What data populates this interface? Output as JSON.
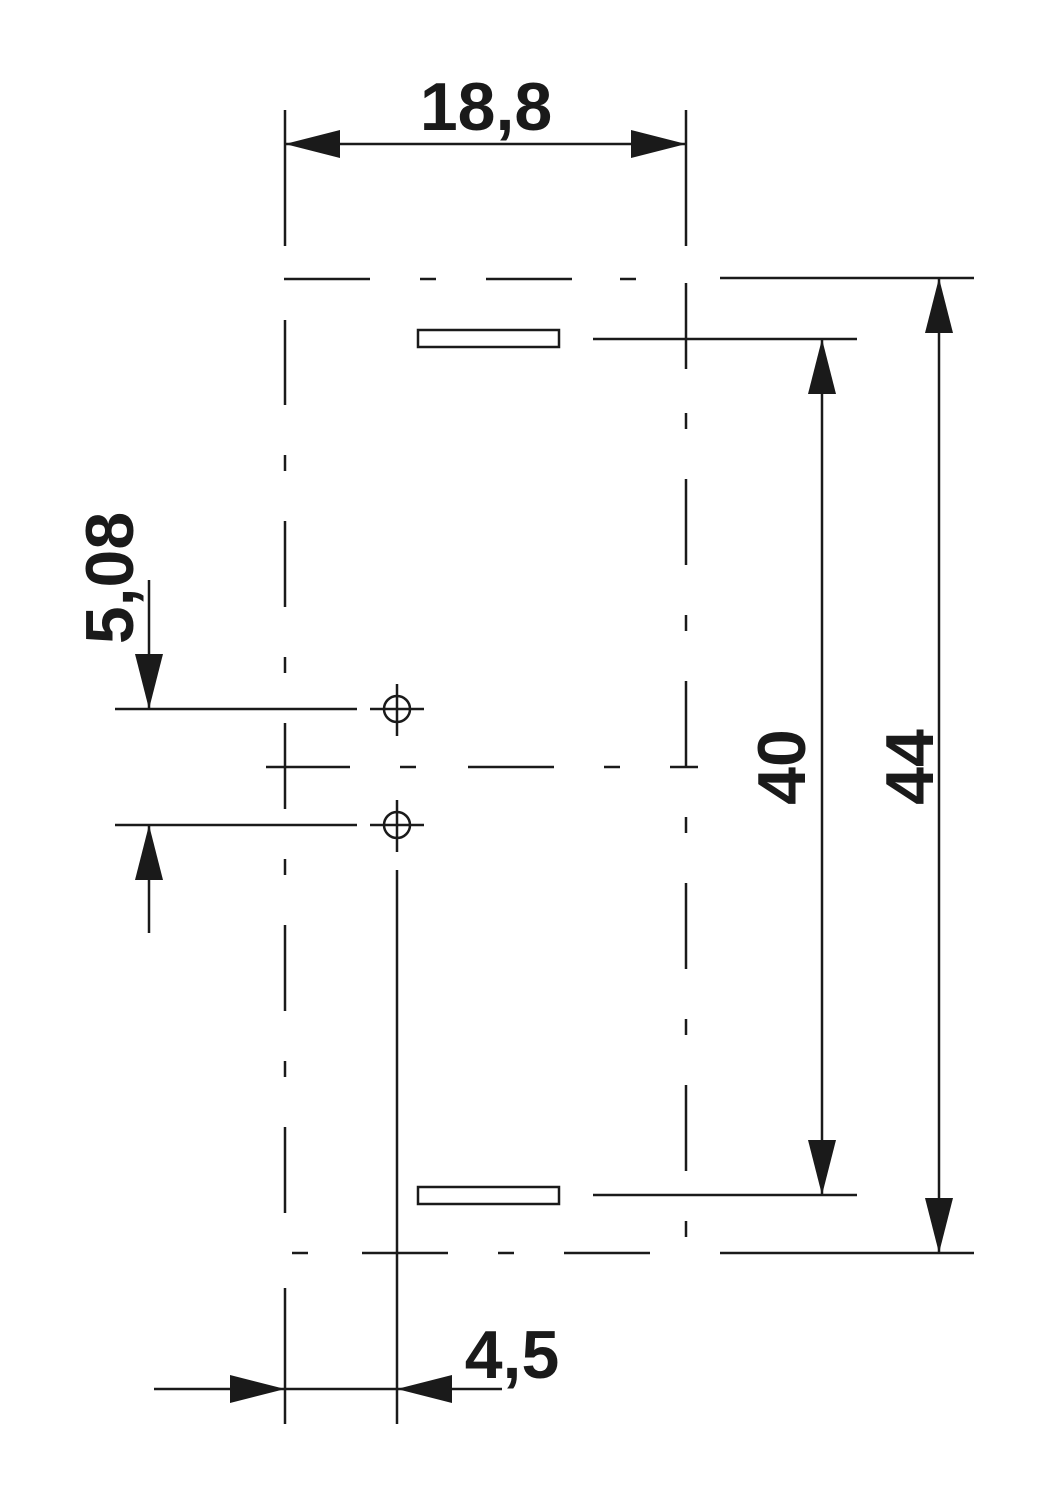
{
  "dimensions": {
    "width_top": "18,8",
    "inner_height": "40",
    "outer_height": "44",
    "pitch": "5,08",
    "offset_bottom": "4,5"
  },
  "colors": {
    "ink": "#1a1a1a",
    "background": "#ffffff"
  }
}
